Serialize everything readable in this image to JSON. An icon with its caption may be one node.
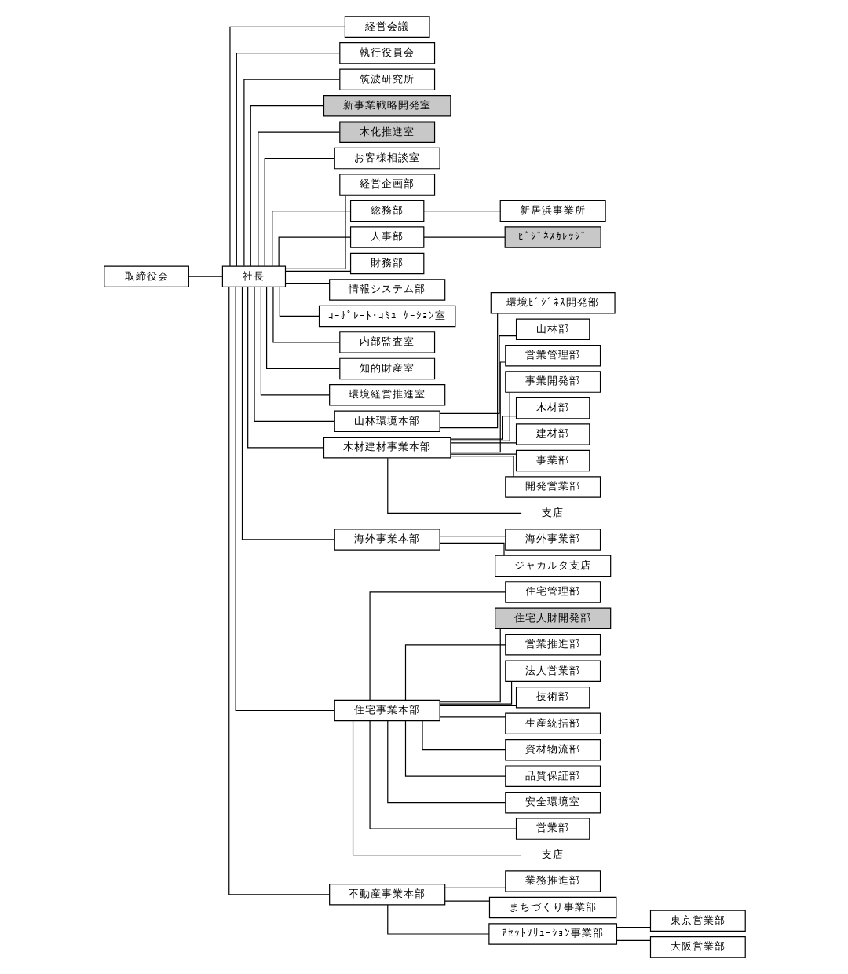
{
  "diagram": {
    "nodes": [
      {
        "text": [
          "取締役会"
        ]
      },
      {
        "text": [
          "社長"
        ]
      },
      {
        "text": [
          "経営会議"
        ]
      },
      {
        "text": [
          "執行役員会"
        ]
      },
      {
        "text": [
          "筑波研究所"
        ]
      },
      {
        "text": [
          "新事業戦略開発室"
        ]
      },
      {
        "text": [
          "木化推進室"
        ]
      },
      {
        "text": [
          "お客様相談室"
        ]
      },
      {
        "text": [
          "経営企画部"
        ]
      },
      {
        "text": [
          "総務部"
        ]
      },
      {
        "text": [
          "新居浜事業所"
        ]
      },
      {
        "text": [
          "人事部"
        ]
      },
      {
        "text": [
          "ﾋﾞｼﾞﾈｽｶﾚｯｼﾞ"
        ]
      },
      {
        "text": [
          "財務部"
        ]
      },
      {
        "text": [
          "情報システム部"
        ]
      },
      {
        "text": [
          "ｺｰﾎﾟﾚｰﾄ･ｺﾐｭﾆｹｰｼｮﾝ室"
        ]
      },
      {
        "text": [
          "内部監査室"
        ]
      },
      {
        "text": [
          "知的財産室"
        ]
      },
      {
        "text": [
          "環境経営推進室"
        ]
      },
      {
        "text": [
          "山林環境本部"
        ]
      },
      {
        "text": [
          "環境ﾋﾞｼﾞﾈｽ開発部"
        ]
      },
      {
        "text": [
          "山林部"
        ]
      },
      {
        "text": [
          "木材建材事業本部"
        ]
      },
      {
        "text": [
          "営業管理部"
        ]
      },
      {
        "text": [
          "事業開発部"
        ]
      },
      {
        "text": [
          "木材部"
        ]
      },
      {
        "text": [
          "建材部"
        ]
      },
      {
        "text": [
          "事業部"
        ]
      },
      {
        "text": [
          "開発営業部"
        ]
      },
      {
        "text": [
          "支店"
        ]
      },
      {
        "text": [
          "海外事業本部"
        ]
      },
      {
        "text": [
          "海外事業部"
        ]
      },
      {
        "text": [
          "ジャカルタ支店"
        ]
      },
      {
        "text": [
          "住宅事業本部"
        ]
      },
      {
        "text": [
          "住宅管理部"
        ]
      },
      {
        "text": [
          "住宅人財開発部"
        ]
      },
      {
        "text": [
          "営業推進部"
        ]
      },
      {
        "text": [
          "法人営業部"
        ]
      },
      {
        "text": [
          "技術部"
        ]
      },
      {
        "text": [
          "生産統括部"
        ]
      },
      {
        "text": [
          "資材物流部"
        ]
      },
      {
        "text": [
          "品質保証部"
        ]
      },
      {
        "text": [
          "安全環境室"
        ]
      },
      {
        "text": [
          "営業部"
        ]
      },
      {
        "text": [
          "支店"
        ]
      },
      {
        "text": [
          "不動産事業本部"
        ]
      },
      {
        "text": [
          "業務推進部"
        ]
      },
      {
        "text": [
          "まちづくり事業部"
        ]
      },
      {
        "text": [
          "ｱｾｯﾄｿﾘｭｰｼｮﾝ事業部"
        ]
      },
      {
        "text": [
          "東京営業部"
        ]
      },
      {
        "text": [
          "大阪営業部"
        ]
      }
    ],
    "edges": [
      {
        "from": 0,
        "to": 1,
        "arrow": "none"
      },
      {
        "from": 1,
        "to": 2,
        "arrow": "none"
      },
      {
        "from": 1,
        "to": 3,
        "arrow": "none"
      },
      {
        "from": 1,
        "to": 4,
        "arrow": "none"
      },
      {
        "from": 1,
        "to": 5,
        "arrow": "none"
      },
      {
        "from": 1,
        "to": 6,
        "arrow": "none"
      },
      {
        "from": 1,
        "to": 7,
        "arrow": "none"
      },
      {
        "from": 1,
        "to": 8,
        "arrow": "none"
      },
      {
        "from": 1,
        "to": 9,
        "arrow": "none"
      },
      {
        "from": 9,
        "to": 10,
        "arrow": "none"
      },
      {
        "from": 1,
        "to": 11,
        "arrow": "none"
      },
      {
        "from": 11,
        "to": 12,
        "arrow": "none"
      },
      {
        "from": 1,
        "to": 13,
        "arrow": "none"
      },
      {
        "from": 1,
        "to": 14,
        "arrow": "none"
      },
      {
        "from": 1,
        "to": 15,
        "arrow": "none"
      },
      {
        "from": 1,
        "to": 16,
        "arrow": "none"
      },
      {
        "from": 1,
        "to": 17,
        "arrow": "none"
      },
      {
        "from": 1,
        "to": 18,
        "arrow": "none"
      },
      {
        "from": 1,
        "to": 19,
        "arrow": "none"
      },
      {
        "from": 19,
        "to": 20,
        "arrow": "none"
      },
      {
        "from": 19,
        "to": 21,
        "arrow": "none"
      },
      {
        "from": 1,
        "to": 22,
        "arrow": "none"
      },
      {
        "from": 22,
        "to": 23,
        "arrow": "none"
      },
      {
        "from": 22,
        "to": 24,
        "arrow": "none"
      },
      {
        "from": 22,
        "to": 25,
        "arrow": "none"
      },
      {
        "from": 22,
        "to": 26,
        "arrow": "none"
      },
      {
        "from": 22,
        "to": 27,
        "arrow": "none"
      },
      {
        "from": 22,
        "to": 28,
        "arrow": "none"
      },
      {
        "from": 22,
        "to": 29,
        "arrow": "none"
      },
      {
        "from": 1,
        "to": 30,
        "arrow": "none"
      },
      {
        "from": 30,
        "to": 31,
        "arrow": "none"
      },
      {
        "from": 30,
        "to": 32,
        "arrow": "none"
      },
      {
        "from": 1,
        "to": 33,
        "arrow": "none"
      },
      {
        "from": 33,
        "to": 34,
        "arrow": "none"
      },
      {
        "from": 33,
        "to": 35,
        "arrow": "none"
      },
      {
        "from": 33,
        "to": 36,
        "arrow": "none"
      },
      {
        "from": 33,
        "to": 37,
        "arrow": "none"
      },
      {
        "from": 33,
        "to": 38,
        "arrow": "none"
      },
      {
        "from": 33,
        "to": 39,
        "arrow": "none"
      },
      {
        "from": 33,
        "to": 40,
        "arrow": "none"
      },
      {
        "from": 33,
        "to": 41,
        "arrow": "none"
      },
      {
        "from": 33,
        "to": 42,
        "arrow": "none"
      },
      {
        "from": 33,
        "to": 43,
        "arrow": "none"
      },
      {
        "from": 33,
        "to": 44,
        "arrow": "none"
      },
      {
        "from": 1,
        "to": 45,
        "arrow": "none"
      },
      {
        "from": 45,
        "to": 46,
        "arrow": "none"
      },
      {
        "from": 45,
        "to": 47,
        "arrow": "none"
      },
      {
        "from": 45,
        "to": 48,
        "arrow": "none"
      },
      {
        "from": 48,
        "to": 49,
        "arrow": "none"
      },
      {
        "from": 48,
        "to": 50,
        "arrow": "none"
      }
    ]
  }
}
